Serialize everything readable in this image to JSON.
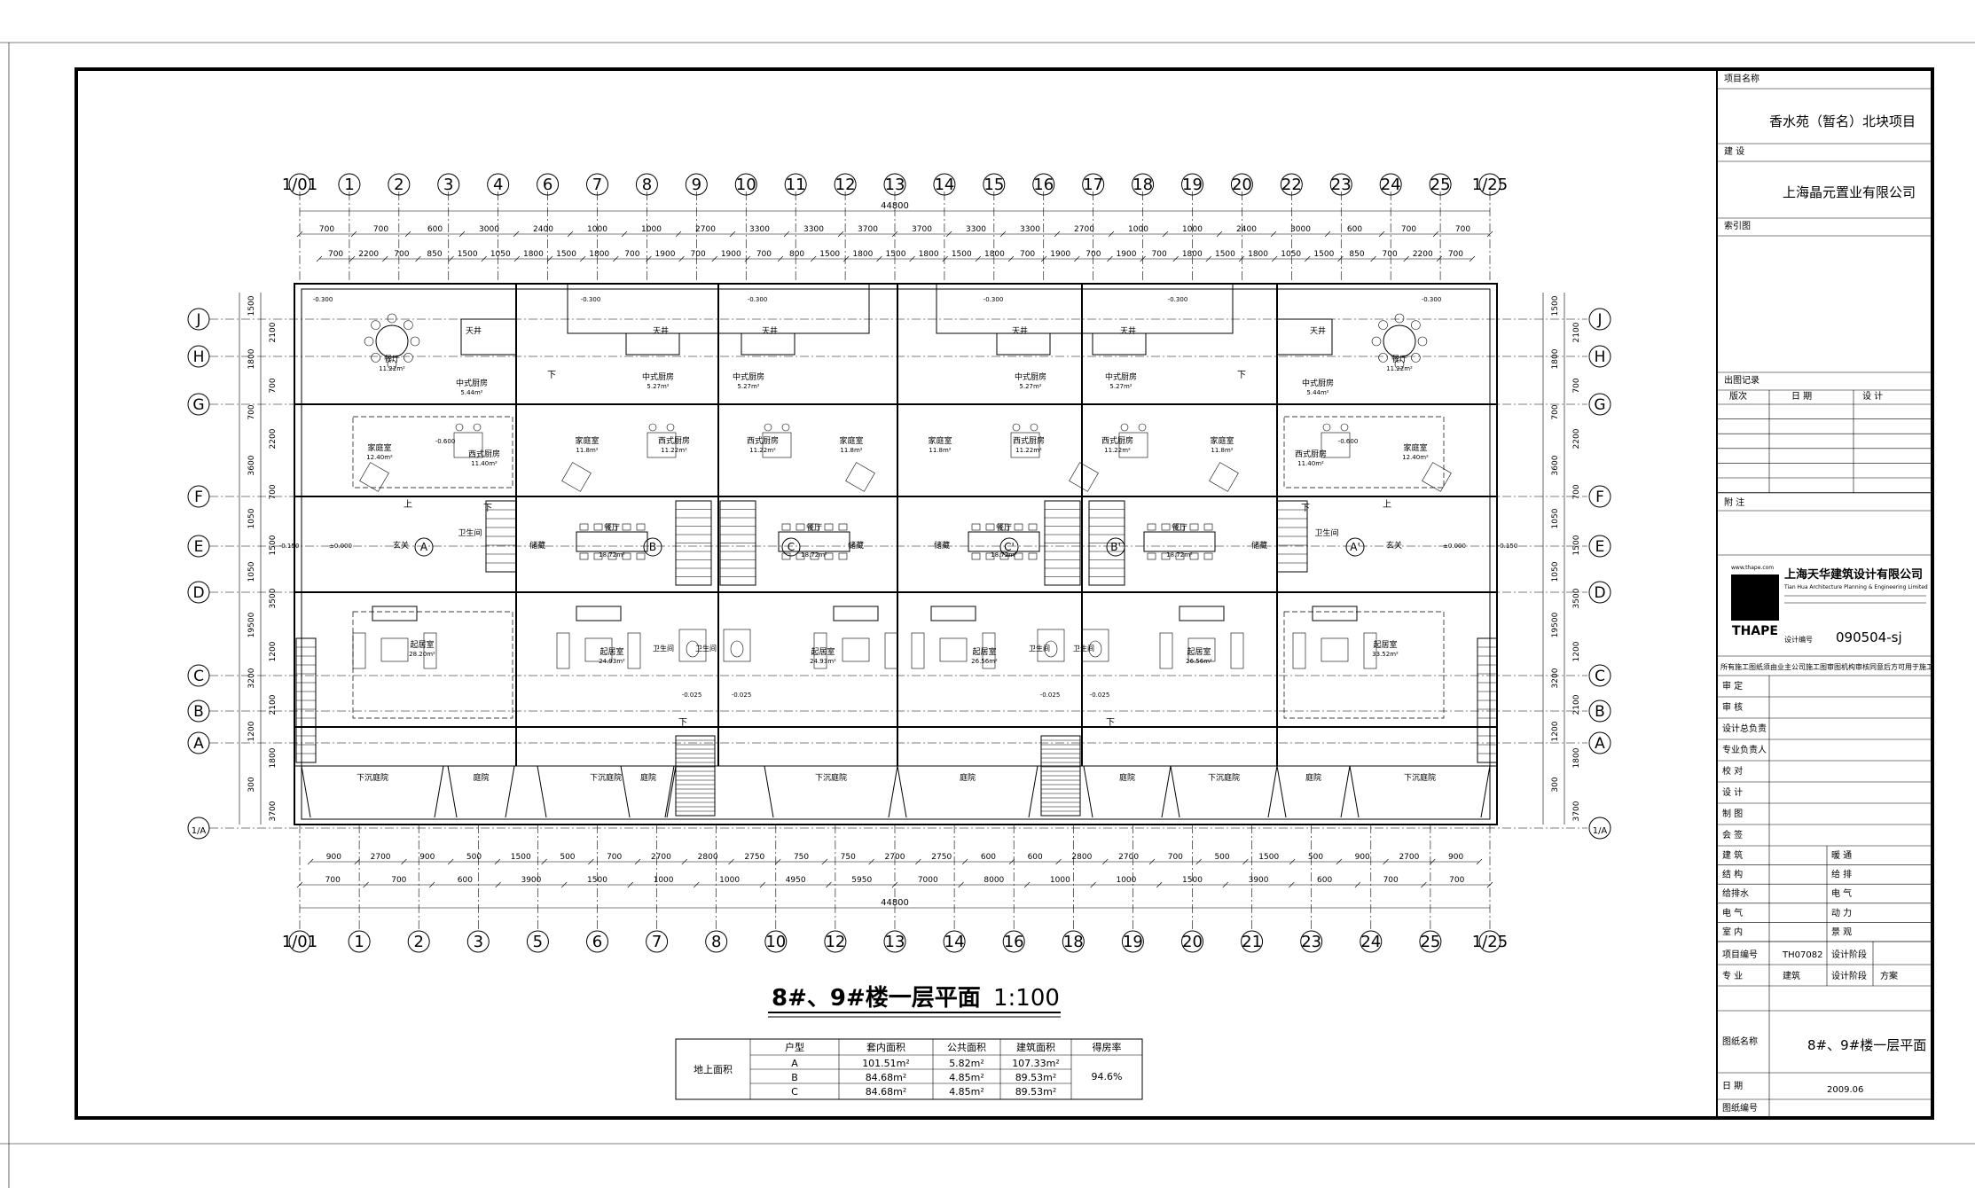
{
  "drawing": {
    "title": "8#、9#楼一层平面",
    "scale": "1:100",
    "overall_dimension": "44800"
  },
  "title_block": {
    "project_label": "项目名称",
    "project_name": "香水苑（暂名）北块项目",
    "client_label": "建 设",
    "client_name": "上海晶元置业有限公司",
    "keyplan_label": "索引图",
    "revision_label": "出图记录",
    "revision_cols": [
      "版次",
      "日 期",
      "设 计"
    ],
    "notes_label": "附 注",
    "firm_name": "上海天华建筑设计有限公司",
    "firm_name_en": "Tian Hua Architecture Planning & Engineering Limited",
    "firm_logo": "THAPE",
    "firm_site": "www.thape.com",
    "project_no_label": "设计编号",
    "project_no": "090504-sj",
    "statement": "所有施工图纸须由业主公司施工图审图机构审核同意后方可用于施工",
    "roles": [
      "审 定",
      "审 核",
      "设计总负责",
      "专业负责人",
      "校 对",
      "设 计",
      "制 图",
      "会 签"
    ],
    "sign_rows": [
      [
        "建 筑",
        "暖 通"
      ],
      [
        "结 构",
        "给 排"
      ],
      [
        "给排水",
        "电 气"
      ],
      [
        "电 气",
        "动 力"
      ],
      [
        "室 内",
        "景 观"
      ]
    ],
    "item_no_label": "项目编号",
    "item_no": "TH07082",
    "design_stage_label": "设计阶段",
    "discipline_label": "专 业",
    "discipline": "建筑",
    "stage_label": "设计阶段",
    "stage": "方案",
    "drawing_name_label": "图纸名称",
    "drawing_name": "8#、9#楼一层平面",
    "date_label": "日 期",
    "date": "2009.06",
    "sheet_no_label": "图纸编号"
  },
  "area_table": {
    "row_label": "地上面积",
    "headers": [
      "户型",
      "套内面积",
      "公共面积",
      "建筑面积",
      "得房率"
    ],
    "rows": [
      [
        "A",
        "101.51m²",
        "5.82m²",
        "107.33m²"
      ],
      [
        "B",
        "84.68m²",
        "4.85m²",
        "89.53m²"
      ],
      [
        "C",
        "84.68m²",
        "4.85m²",
        "89.53m²"
      ]
    ],
    "ratio": "94.6%"
  },
  "grid_top": [
    "1/01",
    "1",
    "2",
    "3",
    "4",
    "6",
    "7",
    "8",
    "9",
    "10",
    "11",
    "12",
    "13",
    "14",
    "15",
    "16",
    "17",
    "18",
    "19",
    "20",
    "22",
    "23",
    "24",
    "25",
    "1/25"
  ],
  "grid_bottom": [
    "1/01",
    "1",
    "2",
    "3",
    "5",
    "6",
    "7",
    "8",
    "10",
    "12",
    "13",
    "14",
    "16",
    "18",
    "19",
    "20",
    "21",
    "23",
    "24",
    "25",
    "1/25"
  ],
  "grid_rows": [
    "J",
    "H",
    "G",
    "F",
    "E",
    "D",
    "C",
    "B",
    "A",
    "1/A"
  ],
  "dims_top_1": [
    "700",
    "700",
    "600",
    "3000",
    "2400",
    "1000",
    "1000",
    "2700",
    "3300",
    "3300",
    "3700",
    "3700",
    "3300",
    "3300",
    "2700",
    "1000",
    "1000",
    "2400",
    "3000",
    "600",
    "700",
    "700"
  ],
  "dims_top_2": [
    "700",
    "2200",
    "700",
    "850",
    "1500",
    "1050",
    "1800",
    "1500",
    "1800",
    "700",
    "1900",
    "700",
    "1900",
    "700",
    "800",
    "1500",
    "1800",
    "1500",
    "1800",
    "1500",
    "1800",
    "700",
    "1900",
    "700",
    "1900",
    "700",
    "1800",
    "1500",
    "1800",
    "1050",
    "1500",
    "850",
    "700",
    "2200",
    "700"
  ],
  "dims_bot_1": [
    "900",
    "2700",
    "900",
    "500",
    "1500",
    "500",
    "700",
    "2700",
    "2800",
    "2750",
    "750",
    "750",
    "2700",
    "2750",
    "600",
    "600",
    "2800",
    "2700",
    "700",
    "500",
    "1500",
    "500",
    "900",
    "2700",
    "900"
  ],
  "dims_bot_2": [
    "700",
    "700",
    "600",
    "3900",
    "1500",
    "1000",
    "1000",
    "4950",
    "5950",
    "7000",
    "8000",
    "1000",
    "1000",
    "1500",
    "3900",
    "600",
    "700",
    "700"
  ],
  "dims_left": [
    "1500",
    "2100",
    "1800",
    "700",
    "700",
    "2200",
    "3600",
    "700",
    "1050",
    "1500",
    "1050",
    "3500",
    "19500",
    "1200",
    "3200",
    "2100",
    "1200",
    "1800",
    "300",
    "3700"
  ],
  "units": [
    "A",
    "B",
    "C",
    "C'",
    "B'",
    "A'"
  ],
  "rooms": {
    "dining": "餐厅",
    "kitchen_cn": "中式厨房",
    "kitchen_w": "西式厨房",
    "family": "家庭室",
    "living": "起居室",
    "bath": "卫生间",
    "entry": "玄关",
    "stair": "楼梯",
    "storage": "储藏",
    "court": "庭院",
    "sunken": "下沉庭院",
    "garden": "庭院",
    "patio": "天井",
    "up": "上",
    "down": "下"
  },
  "room_areas": [
    "11.22m²",
    "5.44m²",
    "12.40m²",
    "11.40m²",
    "11.8m²",
    "11.22m²",
    "5.27m²",
    "18.72m²",
    "28.20m²",
    "24.93m²",
    "26.56m²",
    "33.52m²"
  ],
  "elevations": [
    "-0.300",
    "-0.150",
    "±0.000",
    "-0.600",
    "-0.025"
  ]
}
